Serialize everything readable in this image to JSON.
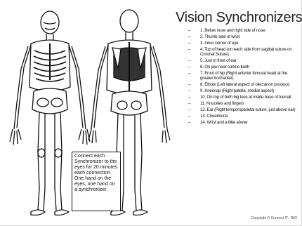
{
  "slide": {
    "title": "Vision Synchronizers",
    "instructions": [
      "1. Below nose and right side of nose",
      "2. Thumb side of wrist",
      "3. Inner corner of eye",
      "4. Top of head (on each side from sagittal suture on Coronal Suture)",
      "5. Just in front of ear",
      "6. On jaw near canine teeth",
      "7. Front of hip (Right anterior femoral head at the greater trochanter)",
      "8. Elbow (Left lateral aspect of olecranon process)",
      "9. Kneecap (Right patella, medial aspect)",
      "10. On top of both big toes at inside base of toenail",
      "11. Knuckles and fingers",
      "12. Ear (Right temporoparietal suture, just above ear)",
      "13. Cheekbone",
      "14. Wrist and a little above"
    ],
    "note": "Connect each Synchronizer to the eyes for 20 minutes each connection. One hand on the eyes, one hand on a synchronizer.",
    "copyright": "Copyright © Connect IT - BIO"
  }
}
